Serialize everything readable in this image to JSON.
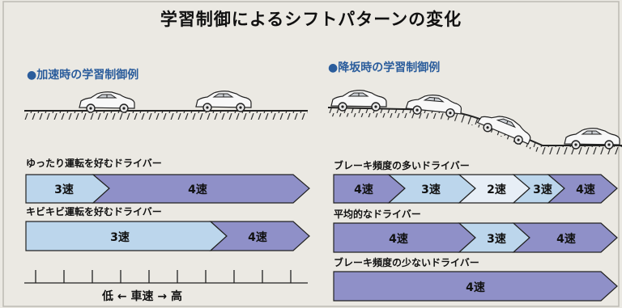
{
  "title": "学習制御によるシフトパターンの変化",
  "sections": {
    "acceleration": "●加速時の学習制御例",
    "downhill": "●降坂時の学習制御例"
  },
  "drivers": {
    "relaxed": "ゆったり運転を好むドライバー",
    "brisk": "キビキビ運転を好むドライバー",
    "brake_frequent": "ブレーキ頻度の多いドライバー",
    "average": "平均的なドライバー",
    "brake_rare": "ブレーキ頻度の少ないドライバー"
  },
  "gears": {
    "g2": "2速",
    "g3": "3速",
    "g4": "4速"
  },
  "speed_axis": {
    "low": "低",
    "left_arrow": "←",
    "label": "車速",
    "right_arrow": "→",
    "high": "高"
  },
  "colors": {
    "light_blue": "#bcd6ec",
    "medium_blue": "#8f90c8",
    "title_blue": "#2b5d9c"
  }
}
